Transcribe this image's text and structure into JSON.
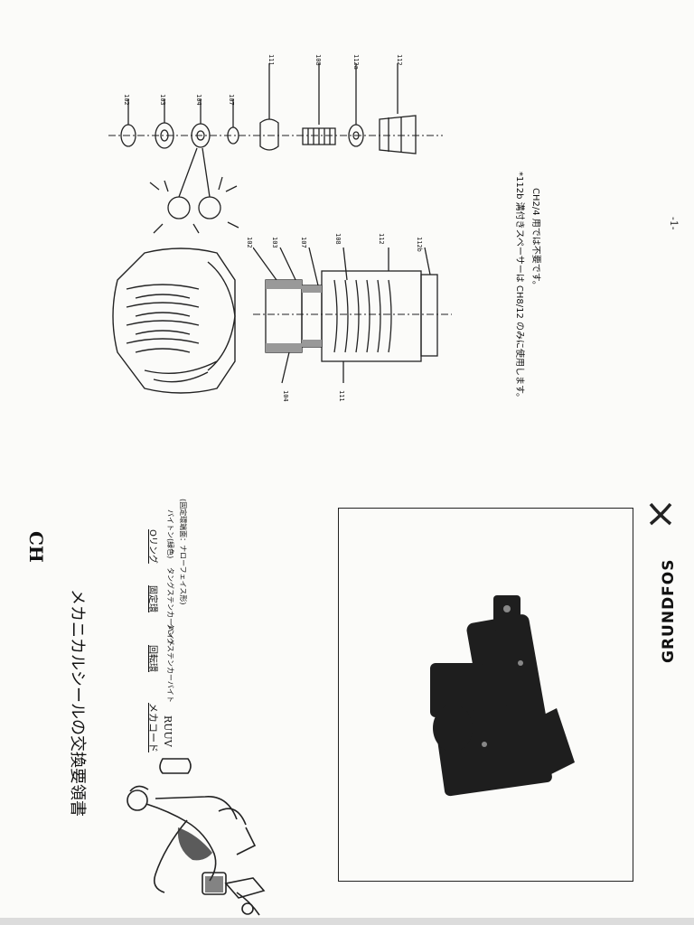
{
  "header": {
    "title": "メカニカルシールの交換要領書",
    "model": "CH"
  },
  "spec_table": {
    "code_label": "メカコード",
    "code_value": "RUUV",
    "rotating_label": "回転環",
    "rotating_value": "タングステンカーバイト",
    "stationary_label": "固定環",
    "stationary_value": "タングステンカーバイト",
    "stationary_note": "(固定環端面：ナローフェイス形)",
    "oring_label": "Oリング",
    "oring_value": "バイトン(緑色)"
  },
  "part_labels": {
    "exploded": [
      "102",
      "103",
      "104",
      "107",
      "111",
      "108",
      "112a",
      "112"
    ],
    "section": [
      "102",
      "103",
      "107",
      "108",
      "112",
      "112b",
      "104",
      "111"
    ]
  },
  "note": {
    "line1": "*112b 溝付きスペーサーは CH8/12 のみに使用します。",
    "line2": "CH2/4 用では不要です。"
  },
  "brand": "GRUNDFOS",
  "page_number": "-1-"
}
